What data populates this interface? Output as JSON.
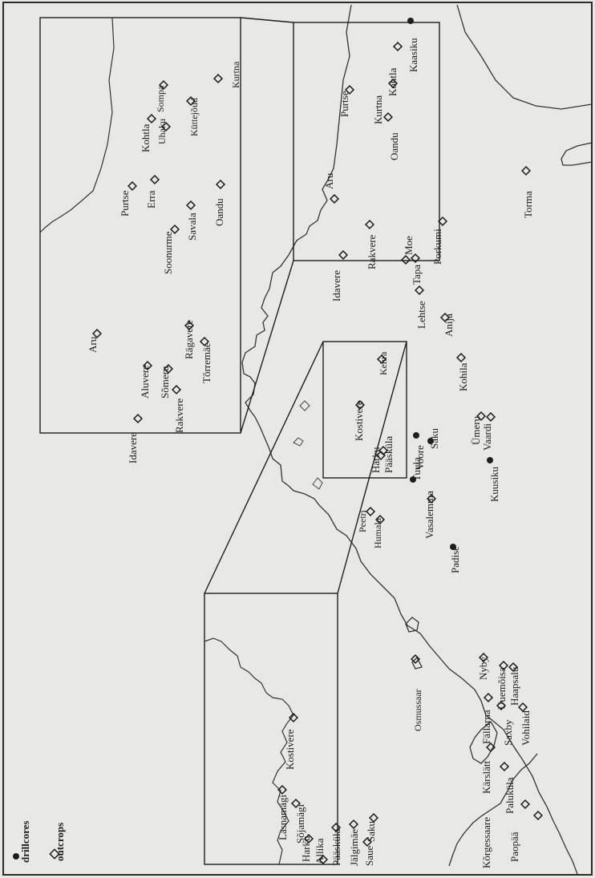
{
  "legend": {
    "drillcores": "drillcores",
    "outcrops": "outcrops"
  },
  "colors": {
    "background": "#e8e8e6",
    "ink": "#1e1e1e",
    "frame": "#2a2a2a"
  },
  "places": {
    "m01": "Kaasiku",
    "m02": "Kohtla",
    "m03": "Purtse",
    "m04": "Kurtna",
    "m05": "Oandu",
    "m06": "Aru",
    "m07": "Rakvere",
    "m08": "Idavere",
    "m09": "Porkumi",
    "m10": "Torma",
    "m11": "Moe",
    "m12": "Tapa",
    "m13": "Lehtse",
    "m14": "Anija",
    "m15": "Kehra",
    "m16": "Kohila",
    "m17": "Kostivere",
    "m18": "Ümeru",
    "m19": "Vaardi",
    "m20": "Kuusiku",
    "m21": "Voore",
    "m22": "Saku",
    "m23": "Harku",
    "m24": "Pääsküla",
    "m25": "Tuula",
    "m26": "Vasalemma",
    "m27": "Peetri",
    "m28": "Humala",
    "m29": "Padise",
    "m30": "Osmussaar",
    "m31": "Nyby",
    "m32": "Uuemõisa",
    "m33": "Haapsalu",
    "m34": "Fällarna",
    "m35": "Saxby",
    "m36": "Vohilaid",
    "m37": "Kärslätt",
    "m38": "Paluküla",
    "m39": "Kõrgessaare",
    "m40": "Paopää",
    "a01": "Kurtna",
    "a02": "Kohtla",
    "a03": "Sompa",
    "a04": "Uhaku",
    "a05": "Küttejõud",
    "a06": "Purtse",
    "a07": "Erra",
    "a08": "Soonurme",
    "a09": "Savala",
    "a10": "Oandu",
    "a11": "Aru",
    "a12": "Rägavere",
    "a13": "Aluvere",
    "a14": "Sõmeru",
    "a15": "Tõrremäe",
    "a16": "Idavere",
    "a17": "Rakvere",
    "b01": "Kostivere",
    "b02": "Lasnamägi",
    "b03": "Sõjamägi",
    "b04": "Harku",
    "b05": "Pääsküla",
    "b06": "Allika",
    "b07": "Jälgimäe",
    "b08": "Saue",
    "b09": "Saku"
  }
}
